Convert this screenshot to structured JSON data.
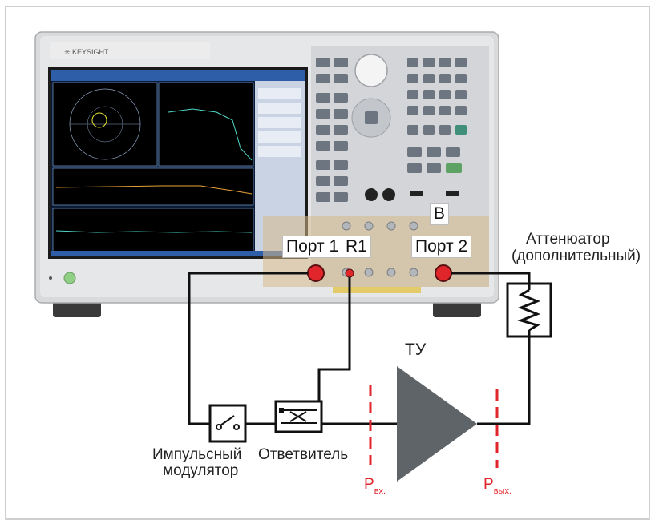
{
  "instrument": {
    "brand": "KEYSIGHT"
  },
  "labels": {
    "port1": "Порт 1",
    "r1": "R1",
    "port2": "Порт 2",
    "b": "B",
    "attenuator_line1": "Аттенюатор",
    "attenuator_line2": "(дополнительный)",
    "dut": "ТУ",
    "pulse_mod_line1": "Импульсный",
    "pulse_mod_line2": "модулятор",
    "coupler": "Ответвитель",
    "p_in_main": "P",
    "p_in_sub": "вх.",
    "p_out_main": "P",
    "p_out_sub": "вых."
  },
  "colors": {
    "accent_red": "#e0262b",
    "wire": "#111111",
    "dut_fill": "#5f6468",
    "frame": "#bfbfbf"
  }
}
